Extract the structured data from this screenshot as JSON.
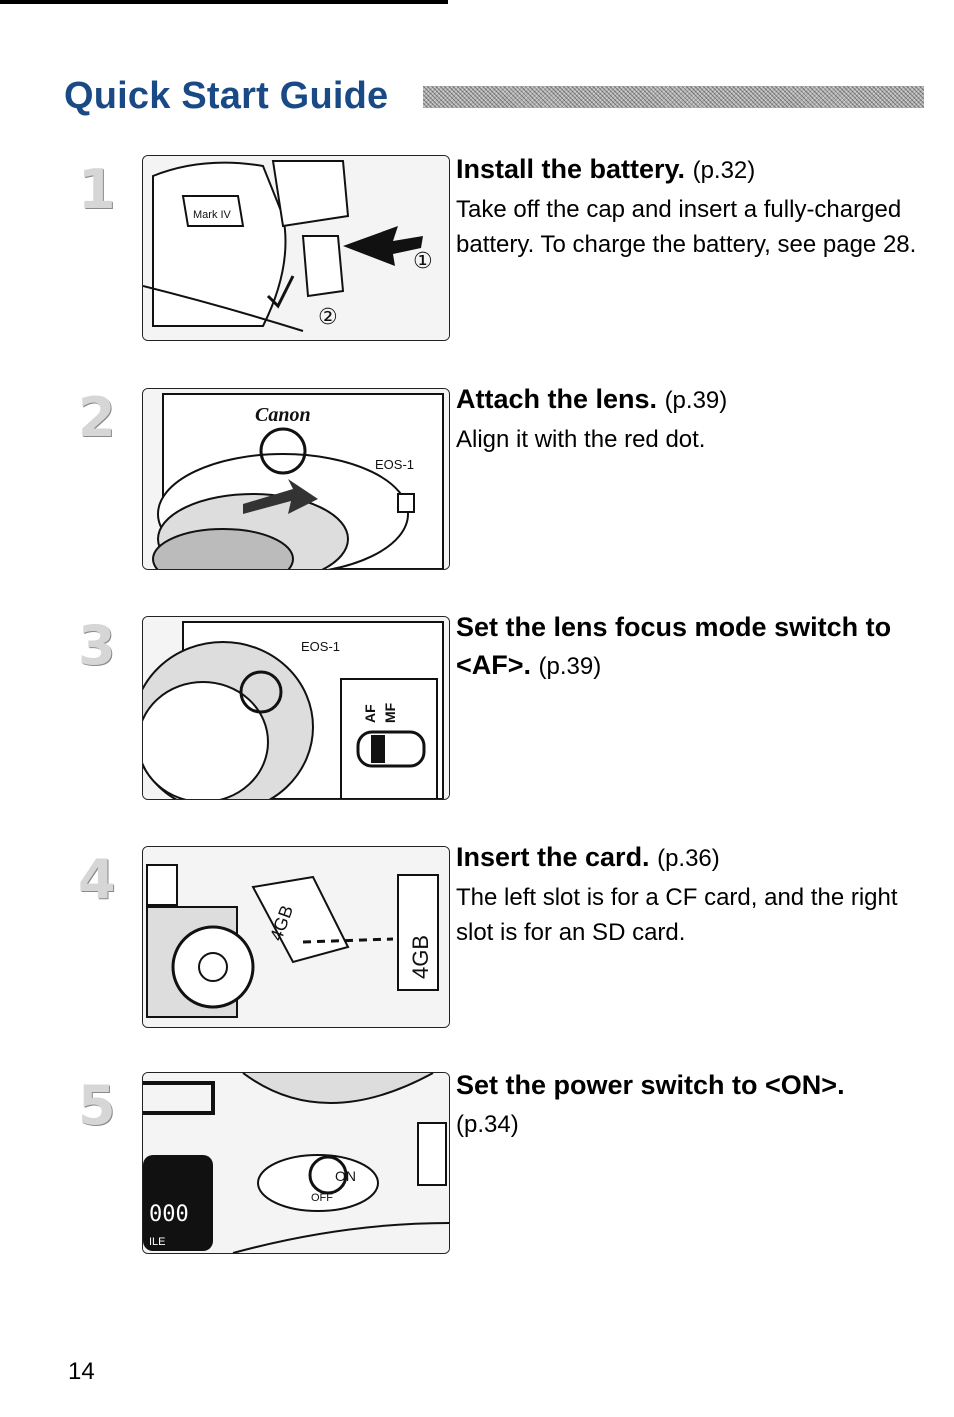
{
  "page": {
    "title": "Quick Start Guide",
    "page_number": "14"
  },
  "steps": [
    {
      "number": "1",
      "heading": "Install the battery.",
      "ref": "(p.32)",
      "body": "Take off the cap and insert a fully-charged battery. To charge the battery, see page 28.",
      "illustration_labels": [
        "Mark IV",
        "①",
        "②"
      ]
    },
    {
      "number": "2",
      "heading": "Attach the lens.",
      "ref": "(p.39)",
      "body": "Align it with the red dot.",
      "illustration_labels": [
        "Canon",
        "EOS-1"
      ]
    },
    {
      "number": "3",
      "heading": "Set the lens focus mode switch to <AF>.",
      "ref": "(p.39)",
      "body": "",
      "illustration_labels": [
        "EOS-1",
        "AF",
        "MF"
      ]
    },
    {
      "number": "4",
      "heading": "Insert the card.",
      "ref": "(p.36)",
      "body": "The left slot is for a CF card, and the right slot is for an SD card.",
      "illustration_labels": [
        "4GB",
        "4GB"
      ]
    },
    {
      "number": "5",
      "heading": "Set the power switch to <ON>.",
      "ref": "(p.34)",
      "body": "",
      "illustration_labels": [
        "ON",
        "OFF",
        "ILE"
      ]
    }
  ]
}
